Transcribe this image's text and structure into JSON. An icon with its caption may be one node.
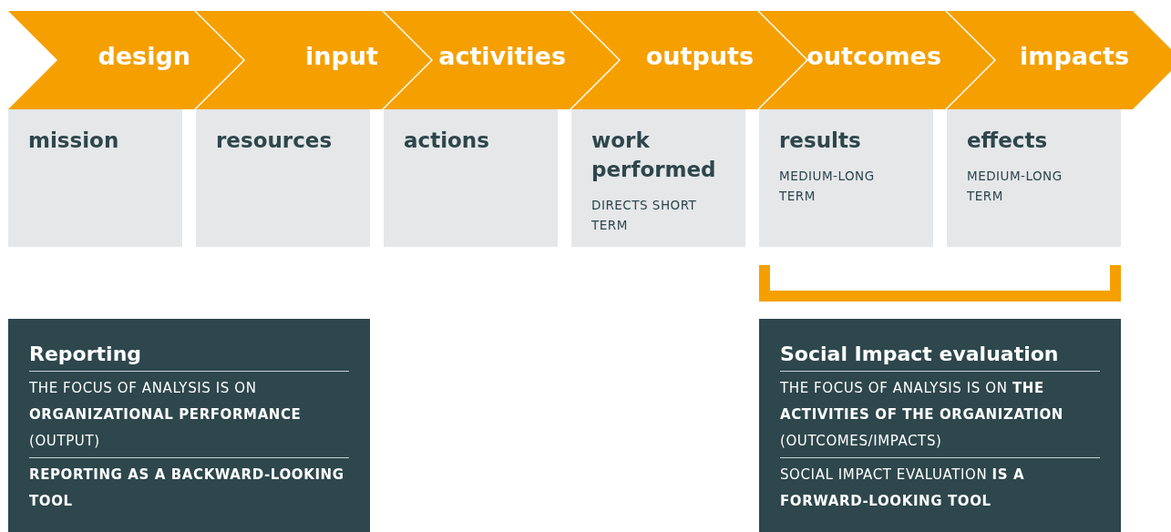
{
  "diagram": {
    "nodes": [
      {
        "text": [
          "design"
        ]
      },
      {
        "text": [
          "input"
        ]
      },
      {
        "text": [
          "activities"
        ]
      },
      {
        "text": [
          "outputs"
        ]
      },
      {
        "text": [
          "outcomes"
        ]
      },
      {
        "text": [
          "impacts"
        ]
      },
      {
        "text": [
          "mission"
        ]
      },
      {
        "text": [
          "resources"
        ]
      },
      {
        "text": [
          "actions"
        ]
      },
      {
        "text": [
          "work performed",
          "DIRECTS SHORT TERM"
        ]
      },
      {
        "text": [
          "results",
          "MEDIUM-LONG TERM"
        ]
      },
      {
        "text": [
          "effects",
          "MEDIUM-LONG TERM"
        ]
      },
      {
        "text": [
          "Reporting",
          "THE FOCUS OF ANALYSIS IS ON **ORGANIZATIONAL PERFORMANCE** (OUTPUT)",
          "REPORTING AS A BACKWARD-LOOKING TOOL"
        ]
      },
      {
        "text": [
          "Social Impact evaluation",
          "THE FOCUS OF ANALYSIS IS ON **THE ACTIVITIES OF THE ORGANIZATION** (OUTCOMES/IMPACTS)",
          "SOCIAL IMPACT EVALUATION **IS A FORWARD-LOOKING TOOL**"
        ]
      }
    ],
    "edges": []
  }
}
